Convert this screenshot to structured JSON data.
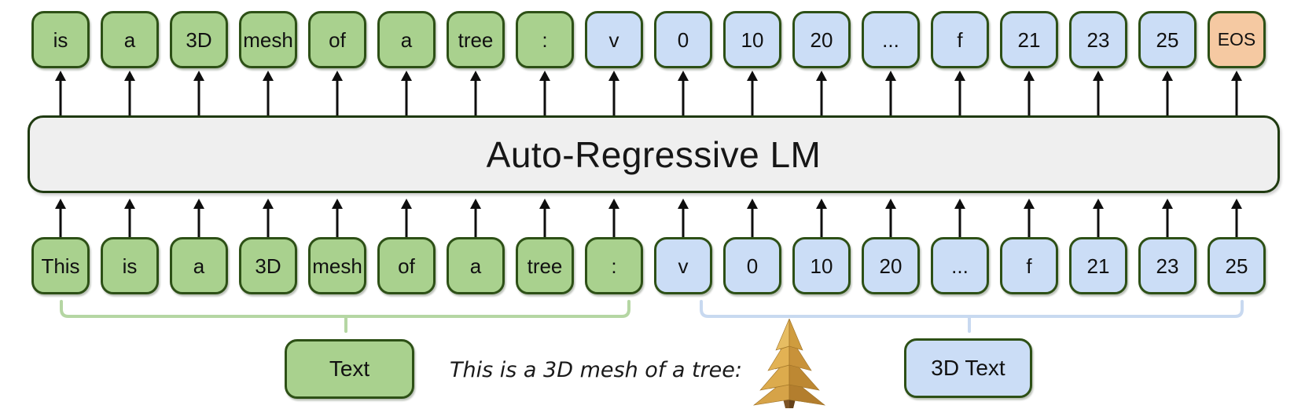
{
  "diagram": {
    "model_label": "Auto-Regressive LM",
    "output_tokens": [
      {
        "label": "is",
        "type": "text"
      },
      {
        "label": "a",
        "type": "text"
      },
      {
        "label": "3D",
        "type": "text"
      },
      {
        "label": "mesh",
        "type": "text"
      },
      {
        "label": "of",
        "type": "text"
      },
      {
        "label": "a",
        "type": "text"
      },
      {
        "label": "tree",
        "type": "text"
      },
      {
        "label": ":",
        "type": "text"
      },
      {
        "label": "v",
        "type": "mesh"
      },
      {
        "label": "0",
        "type": "mesh"
      },
      {
        "label": "10",
        "type": "mesh"
      },
      {
        "label": "20",
        "type": "mesh"
      },
      {
        "label": "...",
        "type": "mesh"
      },
      {
        "label": "f",
        "type": "mesh"
      },
      {
        "label": "21",
        "type": "mesh"
      },
      {
        "label": "23",
        "type": "mesh"
      },
      {
        "label": "25",
        "type": "mesh"
      },
      {
        "label": "EOS",
        "type": "eos"
      }
    ],
    "input_tokens": [
      {
        "label": "This",
        "type": "text"
      },
      {
        "label": "is",
        "type": "text"
      },
      {
        "label": "a",
        "type": "text"
      },
      {
        "label": "3D",
        "type": "text"
      },
      {
        "label": "mesh",
        "type": "text"
      },
      {
        "label": "of",
        "type": "text"
      },
      {
        "label": "a",
        "type": "text"
      },
      {
        "label": "tree",
        "type": "text"
      },
      {
        "label": ":",
        "type": "text"
      },
      {
        "label": "v",
        "type": "mesh"
      },
      {
        "label": "0",
        "type": "mesh"
      },
      {
        "label": "10",
        "type": "mesh"
      },
      {
        "label": "20",
        "type": "mesh"
      },
      {
        "label": "...",
        "type": "mesh"
      },
      {
        "label": "f",
        "type": "mesh"
      },
      {
        "label": "21",
        "type": "mesh"
      },
      {
        "label": "23",
        "type": "mesh"
      },
      {
        "label": "25",
        "type": "mesh"
      }
    ],
    "legend": {
      "text_label": "Text",
      "mesh_label": "3D Text",
      "caption": "This is a 3D mesh of a tree:"
    },
    "icons": {
      "tree": "low-poly-3d-tree",
      "arrow": "arrow-up"
    },
    "colors": {
      "text_token": "#a9d18e",
      "mesh_token": "#cbddf6",
      "eos_token": "#f5c9a2",
      "token_border": "#2d5016",
      "bar_fill": "#efefef",
      "bar_border": "#1f3a10",
      "brace_text": "#b5d6a3",
      "brace_mesh": "#c8d9f0",
      "arrow": "#0e0e0e"
    }
  }
}
